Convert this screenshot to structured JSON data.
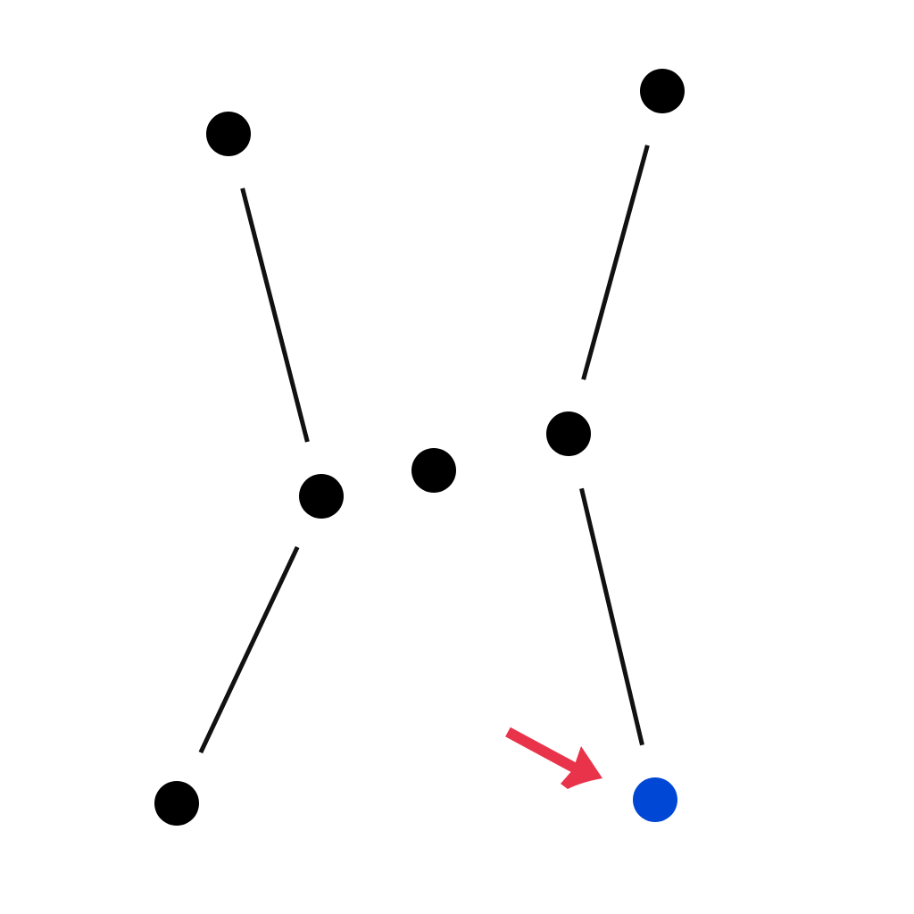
{
  "diagram": {
    "background_color": "#ffffff",
    "node_color": "#000000",
    "highlight_color": "#0047d6",
    "edge_color": "#111111",
    "arrow_color": "#e8334a",
    "nodes": [
      {
        "id": "top-left",
        "color": "#000000"
      },
      {
        "id": "top-right",
        "color": "#000000"
      },
      {
        "id": "middle-left",
        "color": "#000000"
      },
      {
        "id": "middle-center",
        "color": "#000000"
      },
      {
        "id": "middle-right",
        "color": "#000000"
      },
      {
        "id": "bottom-left",
        "color": "#000000"
      },
      {
        "id": "bottom-right",
        "color": "#0047d6",
        "highlighted": true
      }
    ],
    "edges": [
      {
        "from": "top-left",
        "to": "middle-left"
      },
      {
        "from": "top-right",
        "to": "middle-right"
      },
      {
        "from": "middle-left",
        "to": "bottom-left"
      },
      {
        "from": "middle-right",
        "to": "bottom-right"
      }
    ],
    "pointer": {
      "icon": "arrow-icon",
      "target": "bottom-right"
    }
  }
}
